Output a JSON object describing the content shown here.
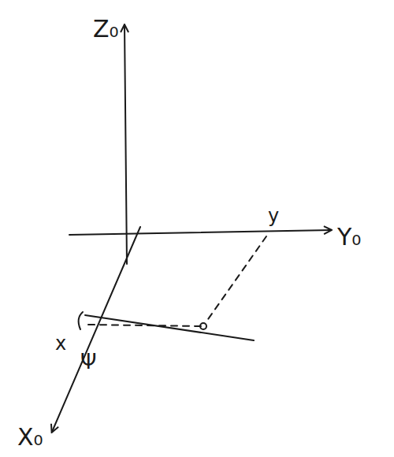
{
  "diagram": {
    "labels": [
      "Z₀",
      "Y₀",
      "X₀",
      "x",
      "y",
      "Ψ"
    ]
  }
}
